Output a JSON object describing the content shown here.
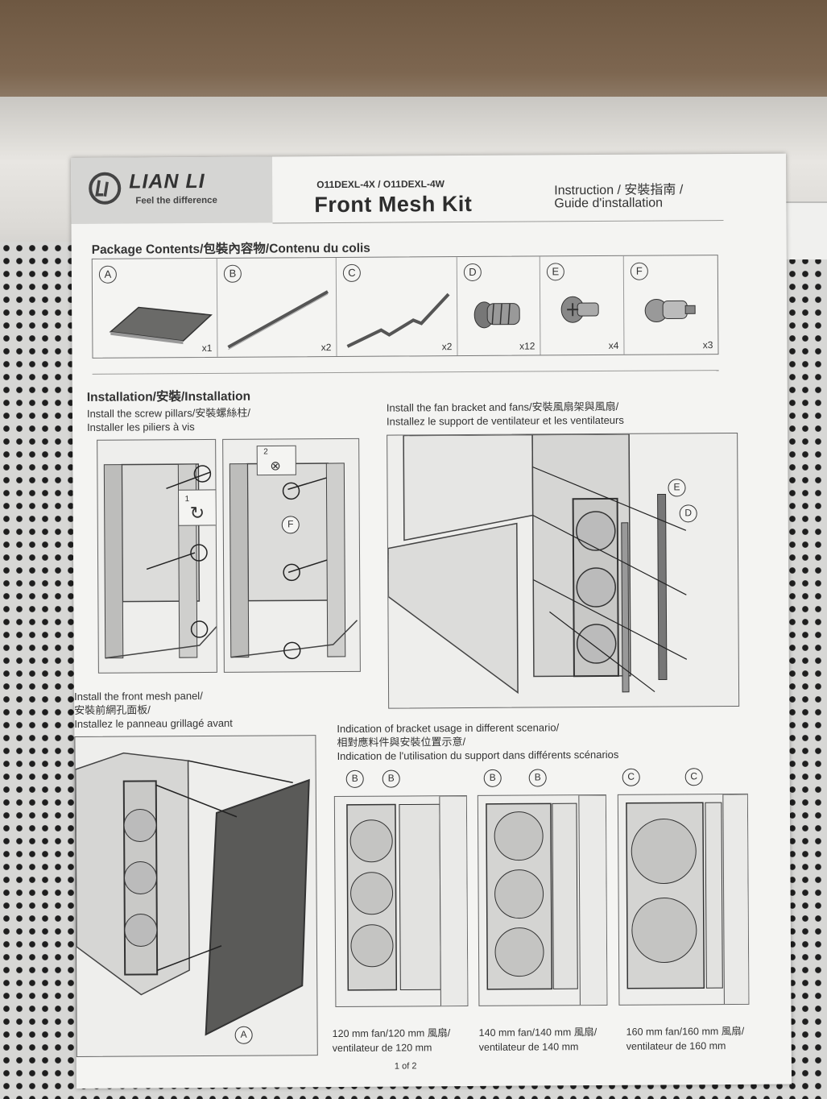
{
  "brand": {
    "name": "LIAN LI",
    "tagline": "Feel the difference"
  },
  "header": {
    "model": "O11DEXL-4X / O11DEXL-4W",
    "title": "Front Mesh Kit",
    "instruction_line1": "Instruction / 安裝指南 /",
    "instruction_line2": "Guide d'installation"
  },
  "package": {
    "heading": "Package Contents/包裝內容物/Contenu du colis",
    "items": [
      {
        "letter": "A",
        "qty": "x1",
        "icon": "mesh-panel-icon"
      },
      {
        "letter": "B",
        "qty": "x2",
        "icon": "straight-bracket-icon"
      },
      {
        "letter": "C",
        "qty": "x2",
        "icon": "curved-bracket-icon"
      },
      {
        "letter": "D",
        "qty": "x12",
        "icon": "fan-screw-icon"
      },
      {
        "letter": "E",
        "qty": "x4",
        "icon": "flat-screw-icon"
      },
      {
        "letter": "F",
        "qty": "x3",
        "icon": "screw-pillar-icon"
      }
    ]
  },
  "installation": {
    "heading": "Installation/安裝/Installation",
    "step1": {
      "line1": "Install the screw pillars/安裝螺絲柱/",
      "line2": "Installer les piliers à vis",
      "callout1": "1",
      "callout2": "2",
      "tag": "F"
    },
    "step2": {
      "line1": "Install the fan bracket and fans/安裝風扇架與風扇/",
      "line2": "Installez le support de ventilateur et les ventilateurs",
      "tag_e": "E",
      "tag_d": "D"
    },
    "step3": {
      "line1": "Install the front mesh panel/",
      "line2": "安裝前網孔面板/",
      "line3": "Installez le panneau grillagé avant",
      "tag": "A"
    },
    "step4": {
      "line1": "Indication of bracket usage in different scenario/",
      "line2": "相對應料件與安裝位置示意/",
      "line3": "Indication de l'utilisation du support dans différents scénarios",
      "scenarios": [
        {
          "left_tag": "B",
          "right_tag": "B",
          "caption1": "120 mm fan/120 mm 風扇/",
          "caption2": "ventilateur de 120 mm"
        },
        {
          "left_tag": "B",
          "right_tag": "B",
          "caption1": "140 mm fan/140 mm 風扇/",
          "caption2": "ventilateur de 140 mm"
        },
        {
          "left_tag": "C",
          "right_tag": "C",
          "caption1": "160 mm fan/160 mm 風扇/",
          "caption2": "ventilateur de 160 mm"
        }
      ]
    }
  },
  "footer": {
    "page": "1 of 2"
  },
  "colors": {
    "sheet": "#f4f4f2",
    "ink": "#333333",
    "mesh": "#d7d7d5"
  }
}
